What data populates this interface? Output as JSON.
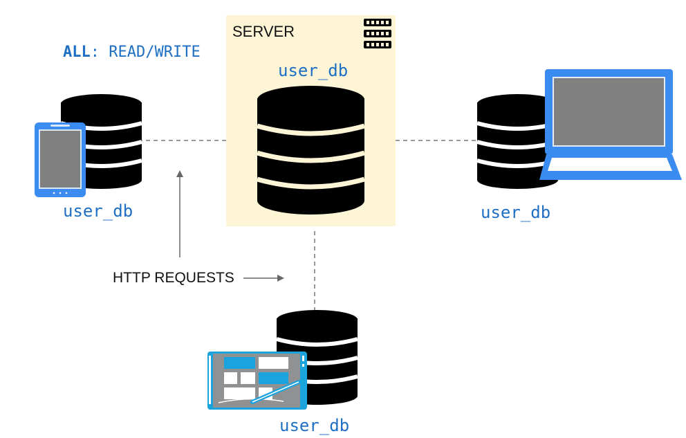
{
  "server": {
    "title": "SERVER",
    "db_label": "user_db"
  },
  "access": {
    "all": "ALL",
    "sep": ":",
    "mode": "READ/WRITE"
  },
  "clients": {
    "phone": {
      "db_label": "user_db"
    },
    "laptop": {
      "db_label": "user_db"
    },
    "tablet": {
      "db_label": "user_db"
    }
  },
  "annotation": {
    "http": "HTTP REQUESTS"
  },
  "colors": {
    "accent_blue": "#3b8cf0",
    "label_blue": "#1f6fc4",
    "server_bg": "#fdf5d6",
    "db_black": "#000000",
    "screen_gray": "#808080",
    "tablet_cyan": "#1aa3dd"
  },
  "icons": [
    "server-rack-icon",
    "database-icon",
    "smartphone-icon",
    "laptop-icon",
    "tablet-icon",
    "arrow-icon"
  ]
}
